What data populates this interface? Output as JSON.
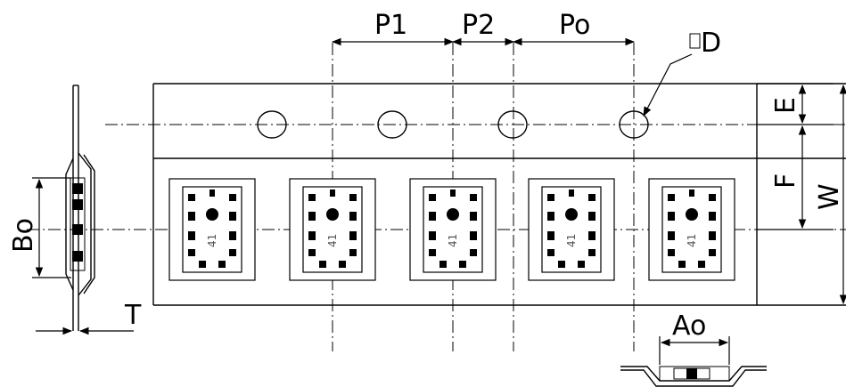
{
  "labels": {
    "p1": "P1",
    "p2": "P2",
    "po": "Po",
    "d": "D",
    "e": "E",
    "f": "F",
    "w": "W",
    "bo": "Bo",
    "t": "T",
    "ao": "Ao"
  },
  "component_marking": "41"
}
